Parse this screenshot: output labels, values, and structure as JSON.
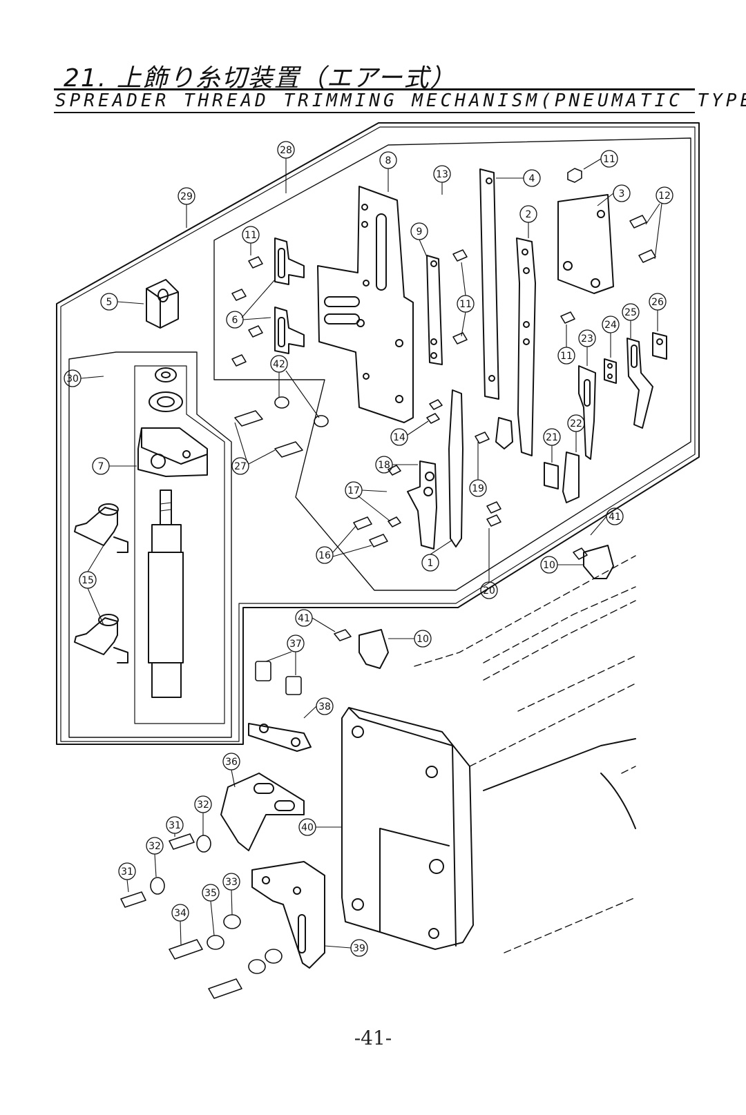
{
  "header": {
    "title_jp": "21. 上飾り糸切装置（エアー式）",
    "title_en": "SPREADER THREAD TRIMMING MECHANISM(PNEUMATIC TYPE)"
  },
  "footer": {
    "page_number": "-41-"
  },
  "callouts": [
    "28",
    "8",
    "13",
    "4",
    "11",
    "3",
    "12",
    "29",
    "2",
    "9",
    "11",
    "5",
    "6",
    "11",
    "26",
    "25",
    "24",
    "23",
    "30",
    "11",
    "42",
    "7",
    "27",
    "14",
    "22",
    "21",
    "18",
    "19",
    "17",
    "41",
    "16",
    "1",
    "10",
    "20",
    "15",
    "41",
    "10",
    "37",
    "38",
    "36",
    "32",
    "31",
    "40",
    "32",
    "31",
    "33",
    "35",
    "34",
    "39"
  ]
}
